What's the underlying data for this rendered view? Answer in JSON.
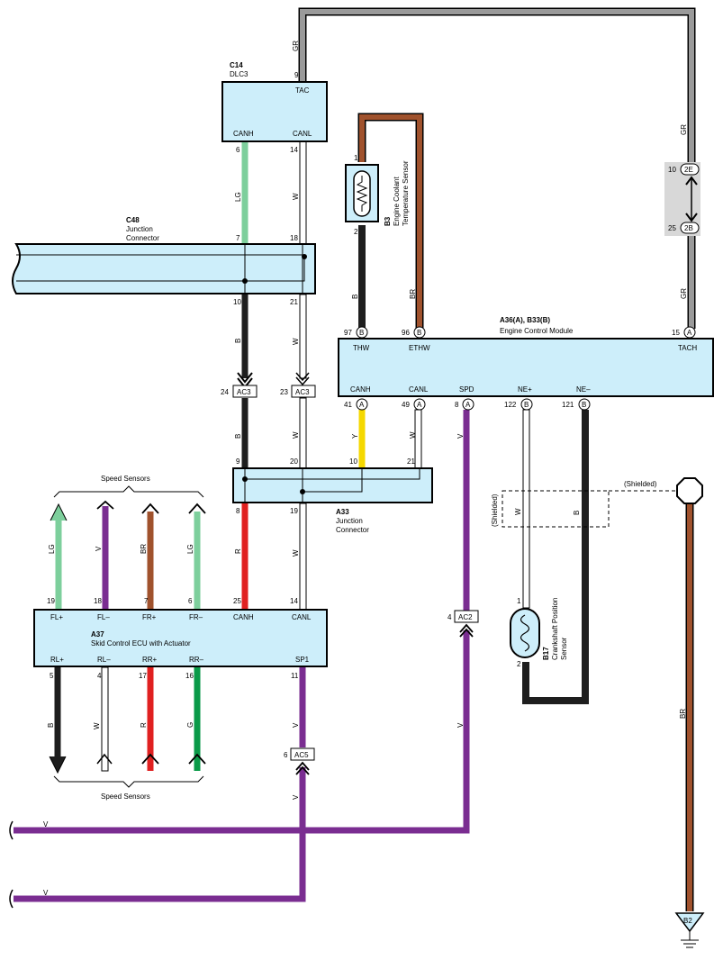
{
  "colors": {
    "GR": "#9a9a9a",
    "LG": "#7dcf9c",
    "W": "#ffffff",
    "B": "#1e1e1e",
    "BR": "#a0522d",
    "Y": "#f5d800",
    "V": "#7a2d91",
    "R": "#e02020",
    "G": "#0a9a48",
    "box_fill": "#cdeefa",
    "connector_gray": "#d8d8d8"
  },
  "icons": [
    "sensor-coil-icon",
    "ground-icon",
    "shielded-ground-octagon-icon",
    "double-arrow-icon"
  ],
  "dlc3": {
    "id": "C14",
    "name": "DLC3",
    "pins": {
      "tac": "TAC",
      "canh": "CANH",
      "canl": "CANL"
    },
    "pin_nums": {
      "tac": "9",
      "canh": "6",
      "canl": "14"
    }
  },
  "c48": {
    "id": "C48",
    "name1": "Junction",
    "name2": "Connector",
    "pins": {
      "p7": "7",
      "p18": "18",
      "p10": "10",
      "p21": "21"
    }
  },
  "ecm": {
    "id": "A36(A), B33(B)",
    "name": "Engine Control Module",
    "top_pins": {
      "thw": "THW",
      "ethw": "ETHW",
      "tach": "TACH"
    },
    "top_nums": {
      "thw": "97",
      "ethw": "96",
      "tach": "15"
    },
    "top_conn": {
      "thw": "B",
      "ethw": "B",
      "tach": "A"
    },
    "bot_pins": {
      "canh": "CANH",
      "canl": "CANL",
      "spd": "SPD",
      "nep": "NE+",
      "nem": "NE–"
    },
    "bot_nums": {
      "canh": "41",
      "canl": "49",
      "spd": "8",
      "nep": "122",
      "nem": "121"
    },
    "bot_conn": {
      "canh": "A",
      "canl": "A",
      "spd": "A",
      "nep": "B",
      "nem": "B"
    }
  },
  "coolant_sensor": {
    "id": "B3",
    "name1": "Engine Coolant",
    "name2": "Temperature Sensor",
    "pin1": "1",
    "pin2": "2"
  },
  "gray_connector": {
    "top_num": "10",
    "top_label": "2E",
    "bot_num": "25",
    "bot_label": "2B"
  },
  "ac3": {
    "label": "AC3",
    "left_num": "24",
    "right_num": "23"
  },
  "a33": {
    "id": "A33",
    "name1": "Junction",
    "name2": "Connector",
    "pins": {
      "p9": "9",
      "p20": "20",
      "p10": "10",
      "p21": "21",
      "p8": "8",
      "p19": "19"
    }
  },
  "speed_sensors_label": "Speed Sensors",
  "abs": {
    "id": "A37",
    "name": "Skid Control ECU with Actuator",
    "top_pins": [
      "FL+",
      "FL–",
      "FR+",
      "FR–",
      "CANH",
      "CANL"
    ],
    "top_nums": [
      "19",
      "18",
      "7",
      "6",
      "25",
      "14"
    ],
    "bot_pins": [
      "RL+",
      "RL–",
      "RR+",
      "RR–",
      "SP1"
    ],
    "bot_nums": [
      "5",
      "4",
      "17",
      "16",
      "11"
    ]
  },
  "wire_labels": {
    "gr": "GR",
    "lg": "LG",
    "w": "W",
    "b": "B",
    "br": "BR",
    "y": "Y",
    "v": "V",
    "r": "R",
    "g": "G"
  },
  "ac2": {
    "label": "AC2",
    "num": "4"
  },
  "ac5": {
    "label": "AC5",
    "num": "6"
  },
  "crank_sensor": {
    "id": "B17",
    "name1": "Crankshaft Position",
    "name2": "Sensor",
    "pin1": "1",
    "pin2": "2"
  },
  "shielded": "(Shielded)",
  "ground": {
    "label": "B2"
  }
}
